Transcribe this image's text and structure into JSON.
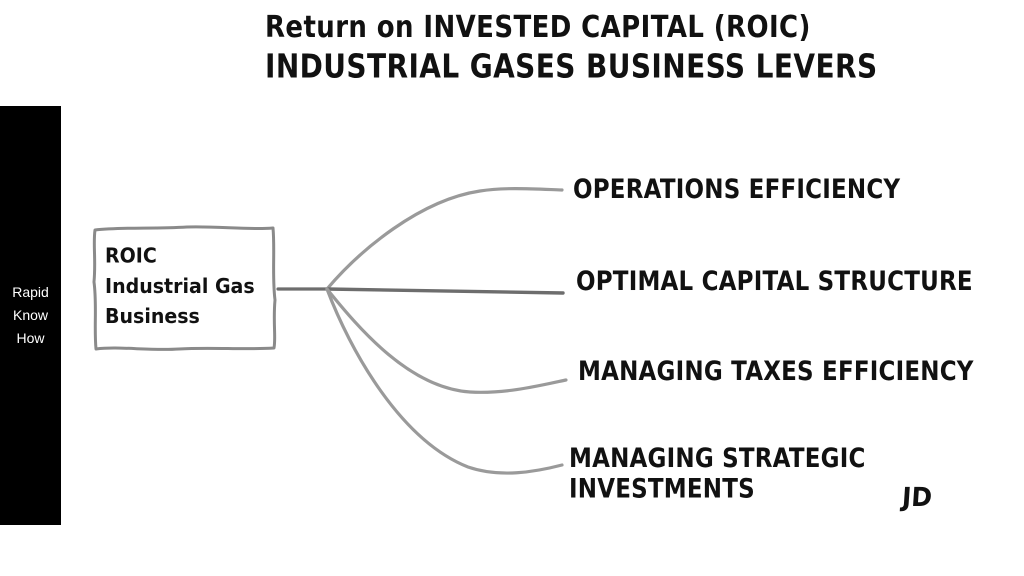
{
  "slide": {
    "background_color": "#ffffff",
    "title": {
      "line1": "Return on INVESTED CAPITAL (ROIC)",
      "line2": "INDUSTRIAL GASES BUSINESS LEVERS"
    },
    "sidebar": {
      "text": "Rapid\nKnow\nHow",
      "background_color": "#000000",
      "text_color": "#ffffff"
    },
    "center_node": {
      "label": "ROIC\nIndustrial Gas\nBusiness",
      "border_color": "#8a8a8a",
      "fill_color": "#ffffff"
    },
    "branches": [
      {
        "label": "OPERATIONS EFFICIENCY",
        "line_color": "#9a9a9a"
      },
      {
        "label": "OPTIMAL CAPITAL STRUCTURE",
        "line_color": "#6d6d6d"
      },
      {
        "label": "MANAGING TAXES EFFICIENCY",
        "line_color": "#9a9a9a"
      },
      {
        "label": "MANAGING STRATEGIC\nINVESTMENTS",
        "line_color": "#9a9a9a"
      }
    ],
    "signature": "JD"
  }
}
